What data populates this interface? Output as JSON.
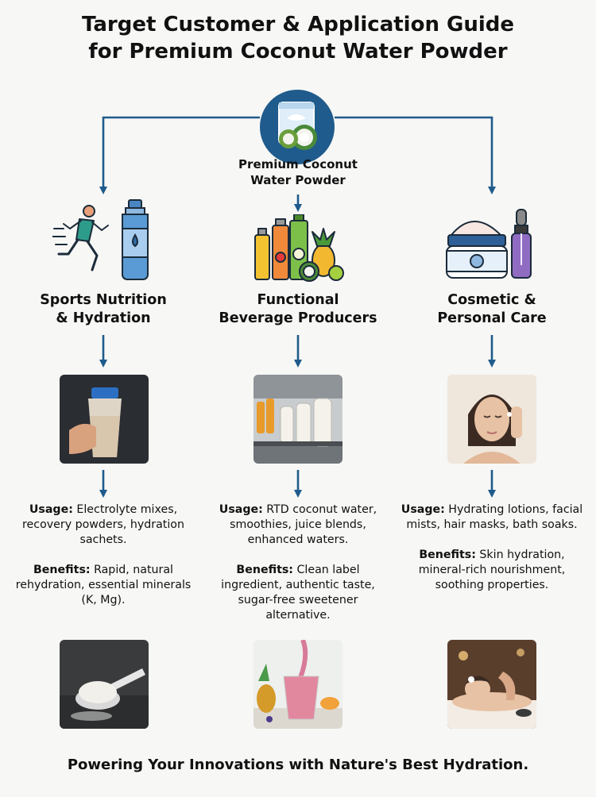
{
  "title": {
    "line1": "Target Customer & Application Guide",
    "line2": "for Premium Coconut Water Powder"
  },
  "hub": {
    "label_line1": "Premium Coconut",
    "label_line2": "Water Powder",
    "icon": "coconut-powder-pouch-icon"
  },
  "columns": [
    {
      "title_line1": "Sports Nutrition",
      "title_line2": "& Hydration",
      "icon": "runner-bottle-icon",
      "usage_label": "Usage:",
      "usage_text": " Electrolyte mixes, recovery powders, hydration sachets.",
      "benefits_label": "Benefits:",
      "benefits_text": " Rapid, natural rehydration, essential minerals (K, Mg).",
      "photo1": "shaker-bottle-photo",
      "photo2": "powder-scoop-photo"
    },
    {
      "title_line1": "Functional",
      "title_line2": "Beverage Producers",
      "icon": "juice-bottles-fruit-icon",
      "usage_label": "Usage:",
      "usage_text": " RTD coconut water, smoothies, juice blends, enhanced waters.",
      "benefits_label": "Benefits:",
      "benefits_text": " Clean label ingredient, authentic taste, sugar-free sweetener alternative.",
      "photo1": "bottling-line-photo",
      "photo2": "smoothie-pour-photo"
    },
    {
      "title_line1": "Cosmetic &",
      "title_line2": "Personal Care",
      "icon": "cream-jar-dropper-icon",
      "usage_label": "Usage:",
      "usage_text": " Hydrating lotions, facial mists, hair masks, bath soaks.",
      "benefits_label": "Benefits:",
      "benefits_text": " Skin hydration, mineral-rich nourishment, soothing properties.",
      "photo1": "woman-applying-cream-photo",
      "photo2": "spa-massage-photo"
    }
  ],
  "footer": "Powering Your Innovations with Nature's Best Hydration.",
  "colors": {
    "arrow": "#1f5b8c",
    "hub": "#1f5b8c",
    "background": "#f7f7f5"
  }
}
